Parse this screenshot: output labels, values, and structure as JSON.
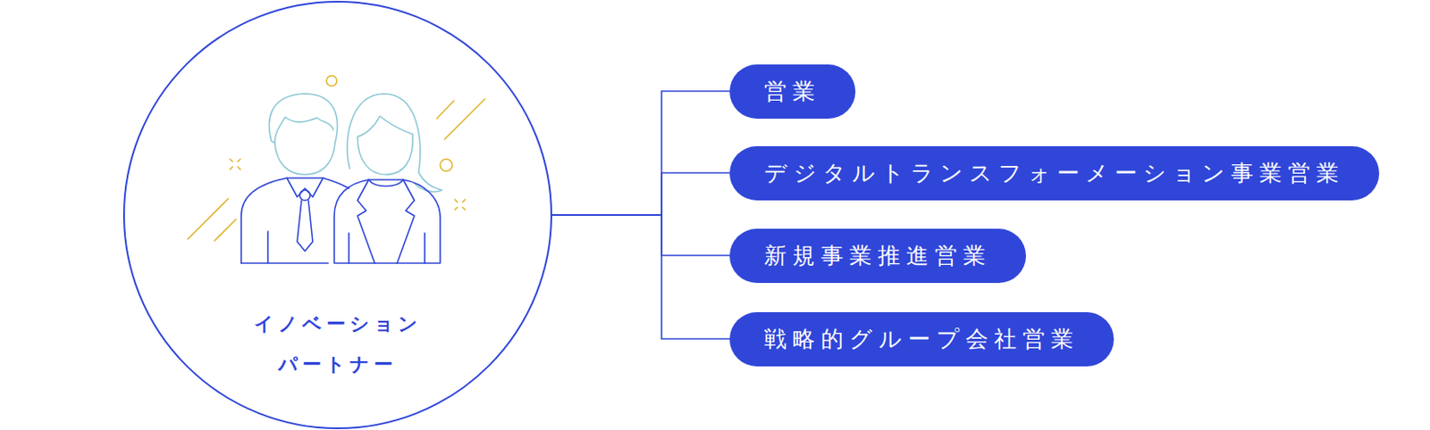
{
  "diagram": {
    "nodes": [
      {
        "text": [
          "イノベーション パートナー"
        ]
      },
      {
        "text": [
          "営業"
        ]
      },
      {
        "text": [
          "デジタルトランスフォーメーション事業営業"
        ]
      },
      {
        "text": [
          "新規事業推進営業"
        ]
      },
      {
        "text": [
          "戦略的グループ会社営業"
        ]
      }
    ],
    "edges": [
      {
        "from": 0,
        "to": 1,
        "arrow": "none"
      },
      {
        "from": 0,
        "to": 2,
        "arrow": "none"
      },
      {
        "from": 0,
        "to": 3,
        "arrow": "none"
      },
      {
        "from": 0,
        "to": 4,
        "arrow": "none"
      }
    ]
  }
}
